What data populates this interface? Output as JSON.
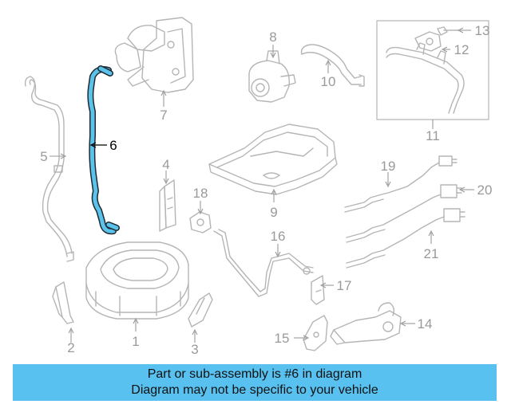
{
  "highlight_color": "#58c1f0",
  "callouts": [
    {
      "id": "1",
      "label": "1"
    },
    {
      "id": "2",
      "label": "2"
    },
    {
      "id": "3",
      "label": "3"
    },
    {
      "id": "4",
      "label": "4"
    },
    {
      "id": "5",
      "label": "5"
    },
    {
      "id": "6",
      "label": "6",
      "highlighted": true
    },
    {
      "id": "7",
      "label": "7"
    },
    {
      "id": "8",
      "label": "8"
    },
    {
      "id": "9",
      "label": "9"
    },
    {
      "id": "10",
      "label": "10"
    },
    {
      "id": "11",
      "label": "11"
    },
    {
      "id": "12",
      "label": "12"
    },
    {
      "id": "13",
      "label": "13"
    },
    {
      "id": "14",
      "label": "14"
    },
    {
      "id": "15",
      "label": "15"
    },
    {
      "id": "16",
      "label": "16"
    },
    {
      "id": "17",
      "label": "17"
    },
    {
      "id": "18",
      "label": "18"
    },
    {
      "id": "19",
      "label": "19"
    },
    {
      "id": "20",
      "label": "20"
    },
    {
      "id": "21",
      "label": "21"
    }
  ],
  "banner": {
    "line1": "Part or sub-assembly is #6 in diagram",
    "line2": "Diagram may not be specific to your vehicle"
  }
}
